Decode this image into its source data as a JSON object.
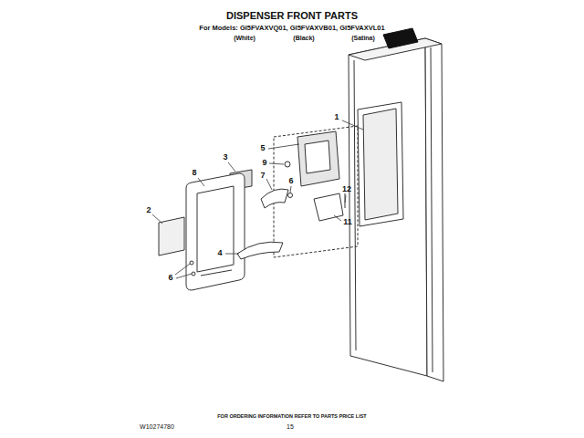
{
  "diagram": {
    "title": "DISPENSER FRONT PARTS",
    "labels": [
      "For Models: GI5FVAXVQ01, GI5FVAXVB01, GI5FVAXVL01",
      "(White)",
      "(Black)",
      "(Satina)",
      "1",
      "5",
      "9",
      "7",
      "6",
      "3",
      "8",
      "2",
      "12",
      "11",
      "4",
      "6",
      "FOR ORDERING INFORMATION REFER TO PARTS PRICE LIST",
      "W10274780",
      "15"
    ]
  }
}
